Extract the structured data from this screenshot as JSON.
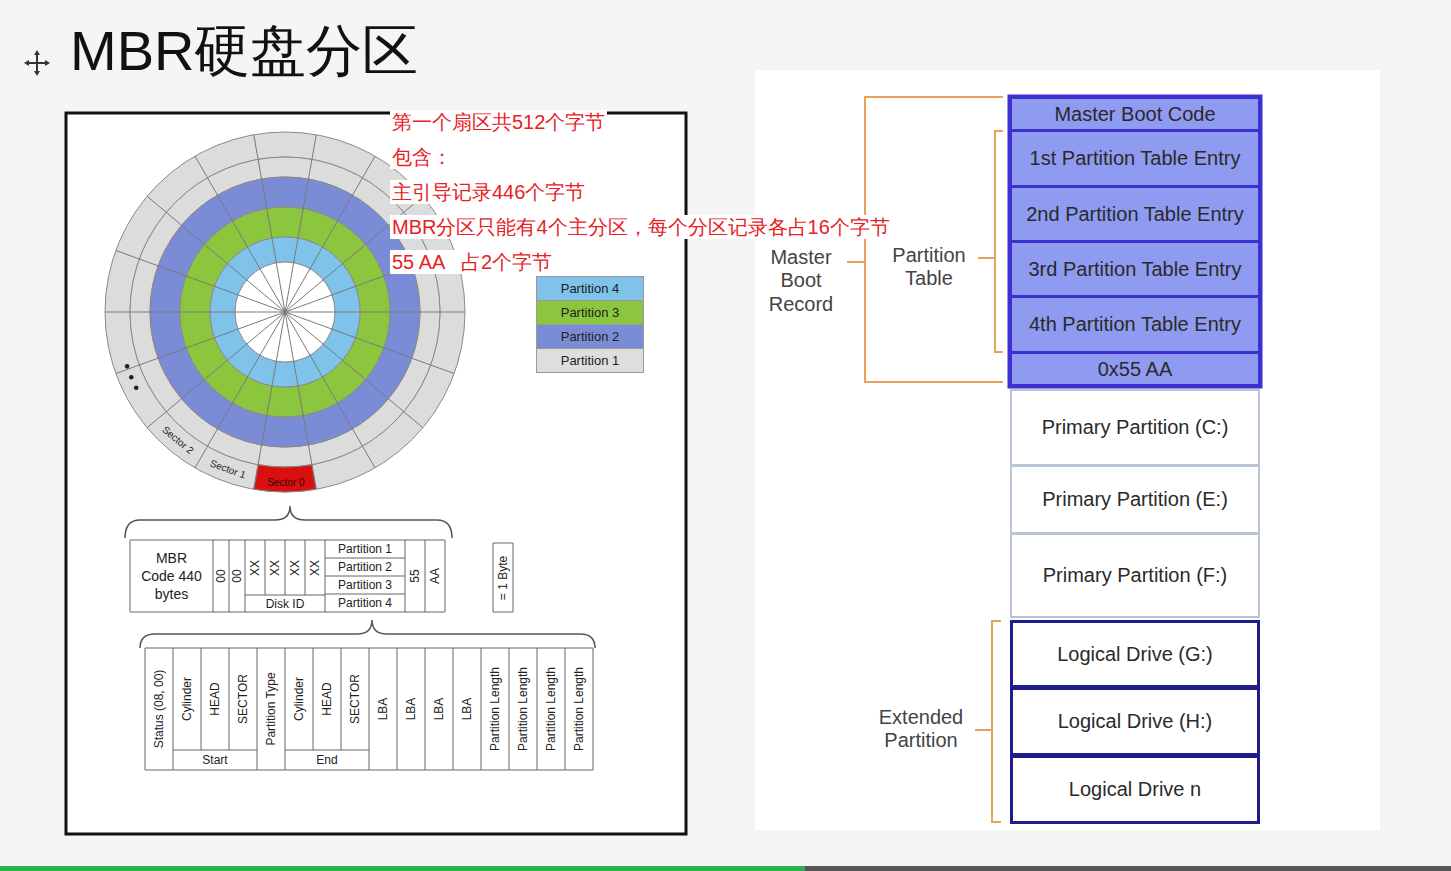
{
  "diagram": {
    "title": "MBR硬盘分区",
    "nodes": [
      {
        "text": [
          "Master Boot Code"
        ]
      },
      {
        "text": [
          "1st Partition Table Entry"
        ]
      },
      {
        "text": [
          "2nd Partition Table Entry"
        ]
      },
      {
        "text": [
          "3rd Partition Table Entry"
        ]
      },
      {
        "text": [
          "4th Partition Table Entry"
        ]
      },
      {
        "text": [
          "0x55 AA"
        ]
      },
      {
        "text": [
          "Primary Partition (C:)"
        ]
      },
      {
        "text": [
          "Primary Partition (E:)"
        ]
      },
      {
        "text": [
          "Primary Partition (F:)"
        ]
      },
      {
        "text": [
          "Logical Drive (G:)"
        ]
      },
      {
        "text": [
          "Logical Drive (H:)"
        ]
      },
      {
        "text": [
          "Logical Drive n"
        ]
      }
    ],
    "labels": [
      "第一个扇区共512个字节",
      "包含：",
      "主引导记录446个字节",
      "MBR分区只能有4个主分区，每个分区记录各占16个字节",
      "55 AA   占2个字节",
      "Sector 0",
      "Sector 1",
      "Sector 2",
      "MBR Code 440 bytes",
      "00",
      "00",
      "XX",
      "XX",
      "XX",
      "XX",
      "Disk ID",
      "Partition 1",
      "Partition 2",
      "Partition 3",
      "Partition 4",
      "55",
      "AA",
      "= 1 Byte",
      "Status (08, 00)",
      "Cylinder",
      "HEAD",
      "SECTOR",
      "Start",
      "Partition Type",
      "Cylinder",
      "HEAD",
      "SECTOR",
      "End",
      "LBA",
      "LBA",
      "LBA",
      "LBA",
      "Partition Length",
      "Partition Length",
      "Partition Length",
      "Partition Length",
      "Master Boot Record",
      "Partition Table",
      "Extended Partition"
    ],
    "legend": [
      {
        "text": "Partition 4",
        "color": "#7fc3ea"
      },
      {
        "text": "Partition 3",
        "color": "#8cc63e"
      },
      {
        "text": "Partition 2",
        "color": "#7b8cd6"
      },
      {
        "text": "Partition 1",
        "color": "#dedede"
      }
    ]
  }
}
